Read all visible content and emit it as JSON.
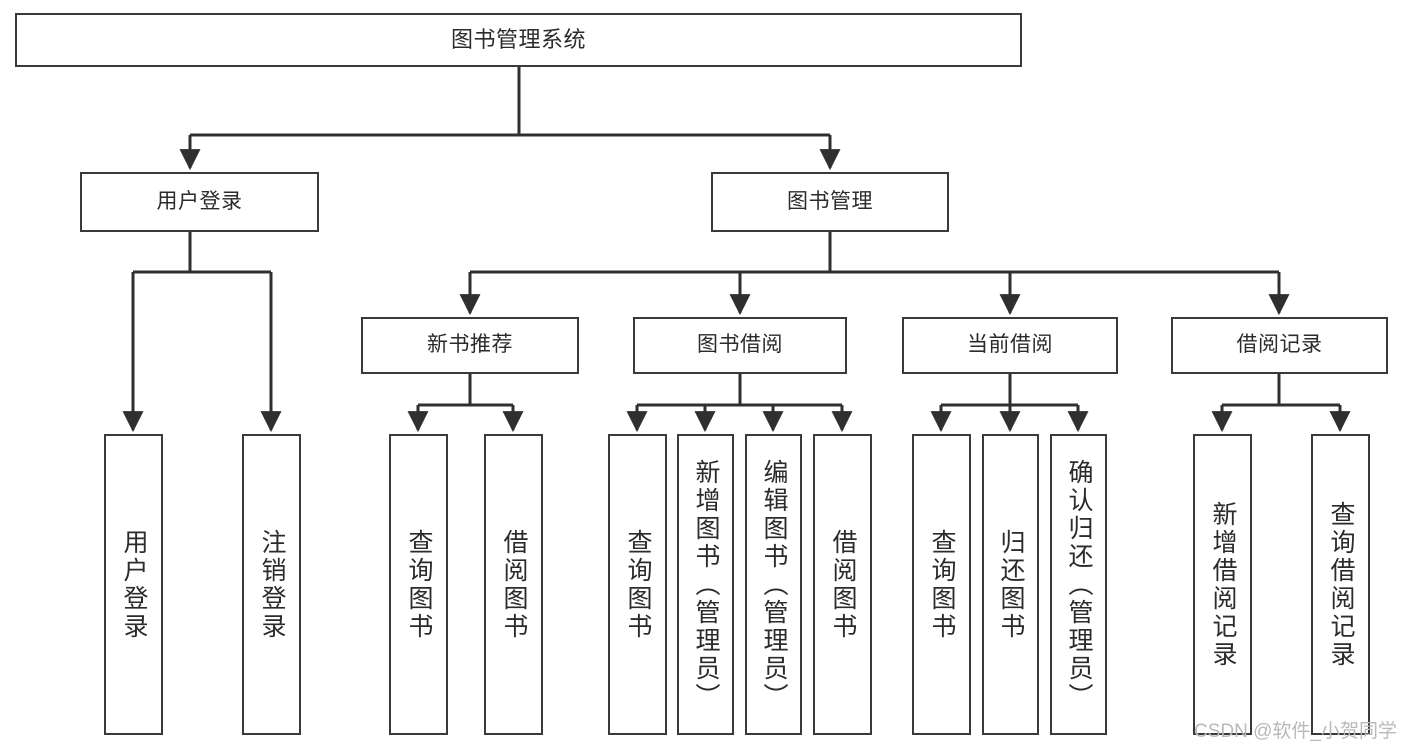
{
  "diagram": {
    "type": "tree",
    "title": "图书管理系统",
    "orientation": "top-down",
    "line_color": "#3a3a3a",
    "box_fill": "#ffffff",
    "text_color": "#2b2b2b",
    "watermark": "CSDN @软件_小贺同学"
  },
  "nodes": {
    "root": {
      "label": "图书管理系统"
    },
    "level1": [
      {
        "label": "用户登录"
      },
      {
        "label": "图书管理"
      }
    ],
    "level2": [
      {
        "label": "新书推荐"
      },
      {
        "label": "图书借阅"
      },
      {
        "label": "当前借阅"
      },
      {
        "label": "借阅记录"
      }
    ],
    "leaves": {
      "user_login": [
        {
          "label": "用户登录"
        },
        {
          "label": "注销登录"
        }
      ],
      "new_book_recommend": [
        {
          "label": "查询图书"
        },
        {
          "label": "借阅图书"
        }
      ],
      "book_borrow": [
        {
          "label": "查询图书"
        },
        {
          "label": "新增图书（管理员）"
        },
        {
          "label": "编辑图书（管理员）"
        },
        {
          "label": "借阅图书"
        }
      ],
      "current_borrow": [
        {
          "label": "查询图书"
        },
        {
          "label": "归还图书"
        },
        {
          "label": "确认归还（管理员）"
        }
      ],
      "borrow_record": [
        {
          "label": "新增借阅记录"
        },
        {
          "label": "查询借阅记录"
        }
      ]
    }
  }
}
